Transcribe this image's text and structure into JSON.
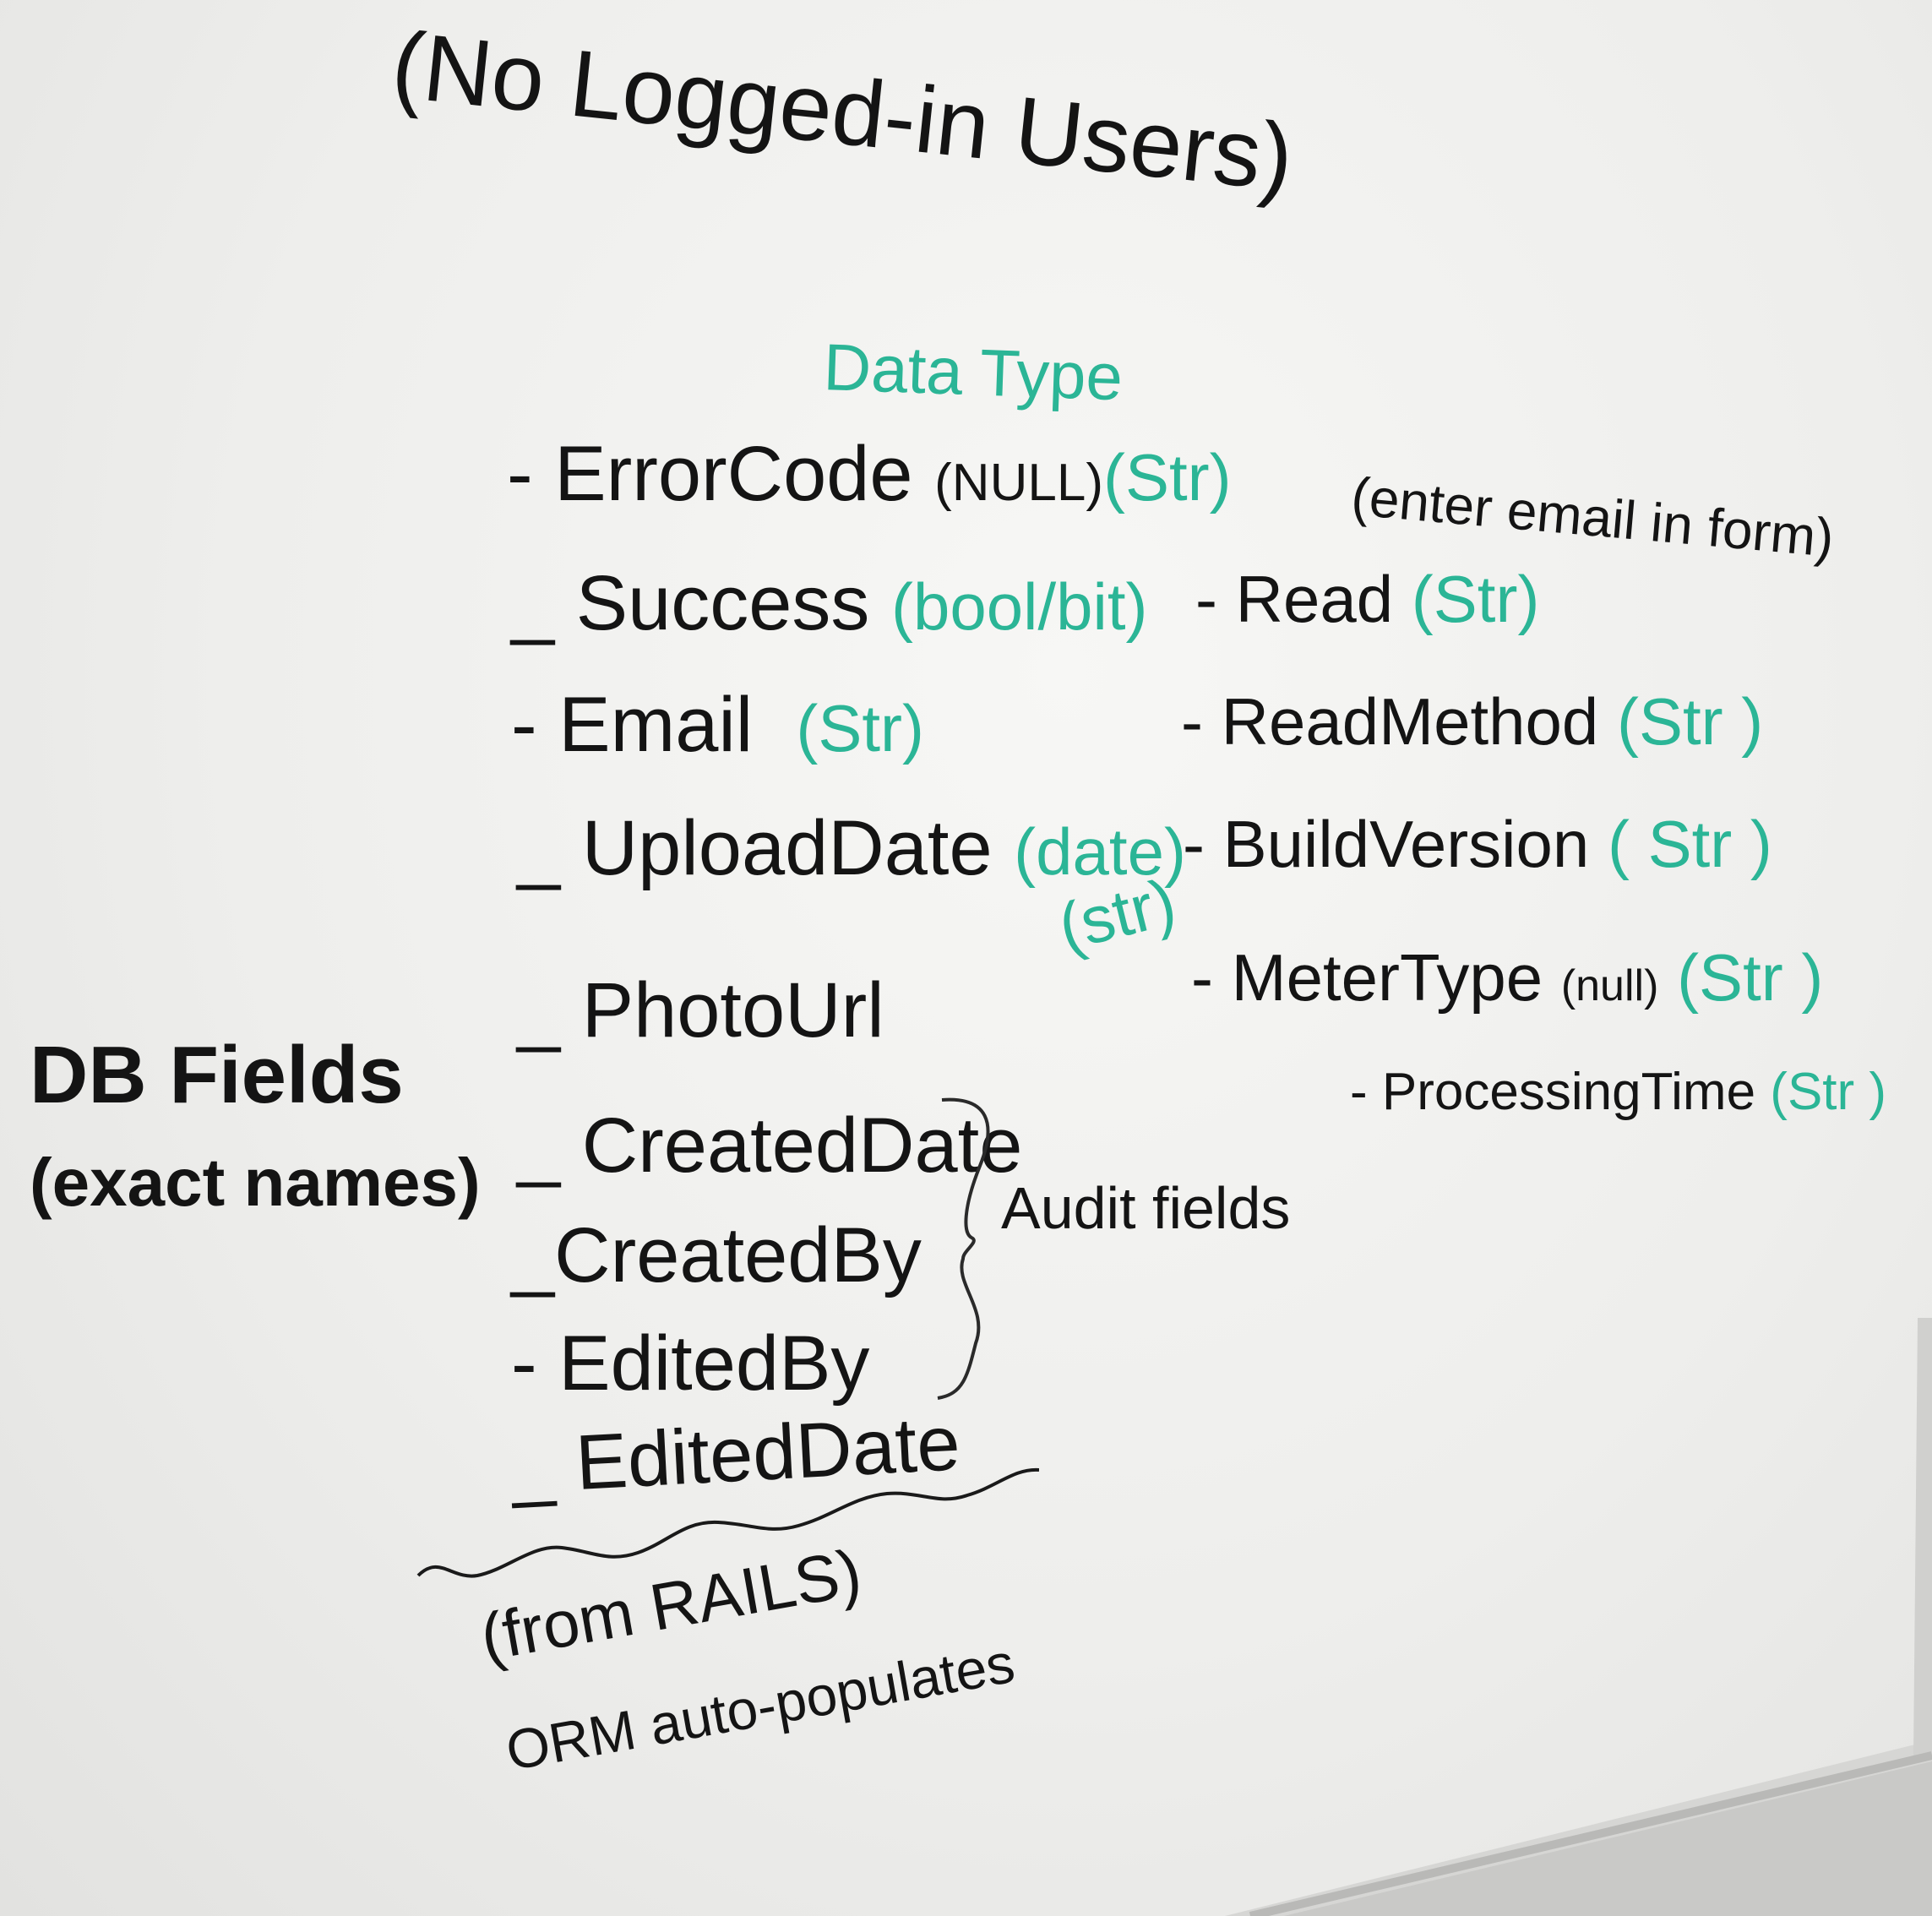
{
  "title": "(No Logged-in Users)",
  "data_type_heading": "Data Type",
  "side_label": {
    "line1": "DB Fields",
    "line2": "(exact names)"
  },
  "left_fields": [
    {
      "name": "ErrorCode",
      "extra": "(NULL)",
      "type": "(Str)"
    },
    {
      "name": "Success",
      "type": "(bool/bit)"
    },
    {
      "name": "Email",
      "type": "(Str)"
    },
    {
      "name": "UploadDate",
      "type": "(date)"
    },
    {
      "name": "PhotoUrl",
      "type": "(str)"
    }
  ],
  "note_email": "(enter email in form)",
  "right_fields": [
    {
      "name": "Read",
      "type": "(Str)"
    },
    {
      "name": "ReadMethod",
      "type": "(Str )"
    },
    {
      "name": "BuildVersion",
      "type": "( Str )"
    },
    {
      "name": "MeterType",
      "extra": "(null)",
      "type": "(Str )"
    },
    {
      "name": "ProcessingTime",
      "type": "(Str )"
    }
  ],
  "audit_fields": [
    "CreatedDate",
    "CreatedBy",
    "EditedBy",
    "EditedDate"
  ],
  "audit_label": "Audit fields",
  "footer_note": {
    "line1": "(from RAILS)",
    "line2": "ORM auto-populates"
  },
  "colors": {
    "black_marker": "#141414",
    "green_marker": "#2bb596",
    "board": "#f2f2f0"
  }
}
